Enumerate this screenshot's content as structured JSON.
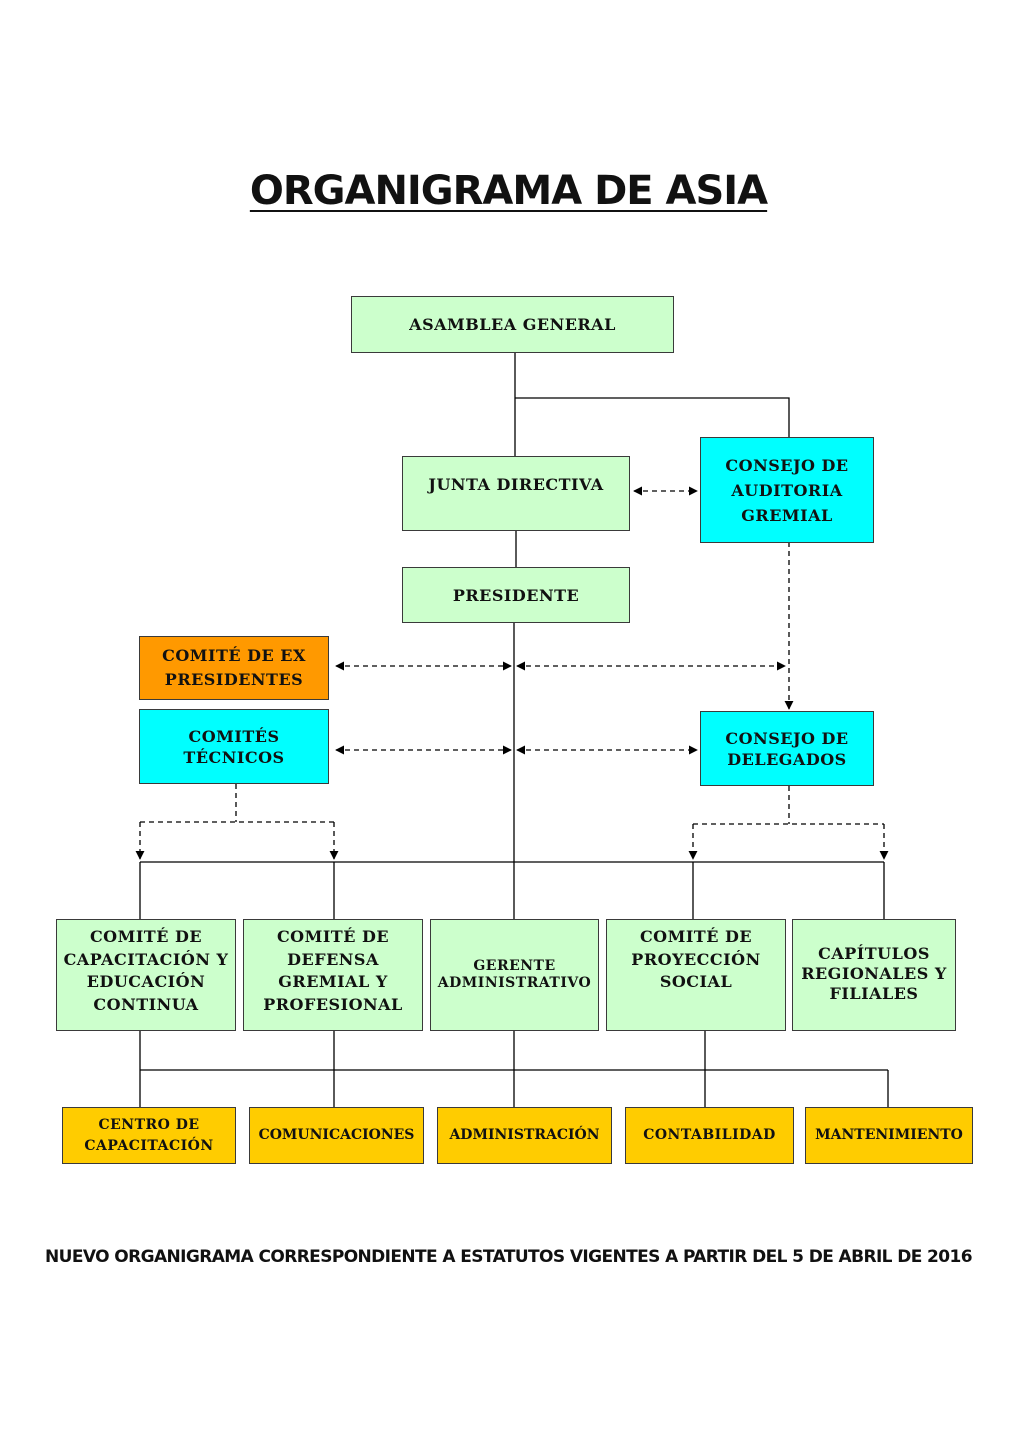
{
  "title": "ORGANIGRAMA DE ASIA",
  "footer": "NUEVO ORGANIGRAMA CORRESPONDIENTE A ESTATUTOS VIGENTES A PARTIR DEL 5 DE ABRIL DE 2016",
  "nodes": {
    "asamblea_general": "ASAMBLEA GENERAL",
    "junta_directiva": "JUNTA DIRECTIVA",
    "consejo_auditoria": "CONSEJO DE\nAUDITORIA\nGREMIAL",
    "presidente": "PRESIDENTE",
    "comite_ex_presidentes": "COMITÉ DE EX\nPRESIDENTES",
    "comites_tecnicos": "COMITÉS\nTÉCNICOS",
    "consejo_delegados": "CONSEJO DE\nDELEGADOS",
    "comite_capacitacion": "COMITÉ DE\nCAPACITACIÓN Y\nEDUCACIÓN\nCONTINUA",
    "comite_defensa": "COMITÉ DE\nDEFENSA\nGREMIAL Y\nPROFESIONAL",
    "gerente_administrativo": "GERENTE\nADMINISTRATIVO",
    "comite_proyeccion": "COMITÉ DE\nPROYECCIÓN\nSOCIAL",
    "capitulos_regionales": "CAPÍTULOS\nREGIONALES Y\nFILIALES",
    "centro_capacitacion": "CENTRO DE\nCAPACITACIÓN",
    "comunicaciones": "COMUNICACIONES",
    "administracion": "ADMINISTRACIÓN",
    "contabilidad": "CONTABILIDAD",
    "mantenimiento": "MANTENIMIENTO"
  },
  "colors": {
    "green": "#ccffcc",
    "cyan": "#00ffff",
    "orange": "#ff9900",
    "yellow": "#ffcc00"
  }
}
